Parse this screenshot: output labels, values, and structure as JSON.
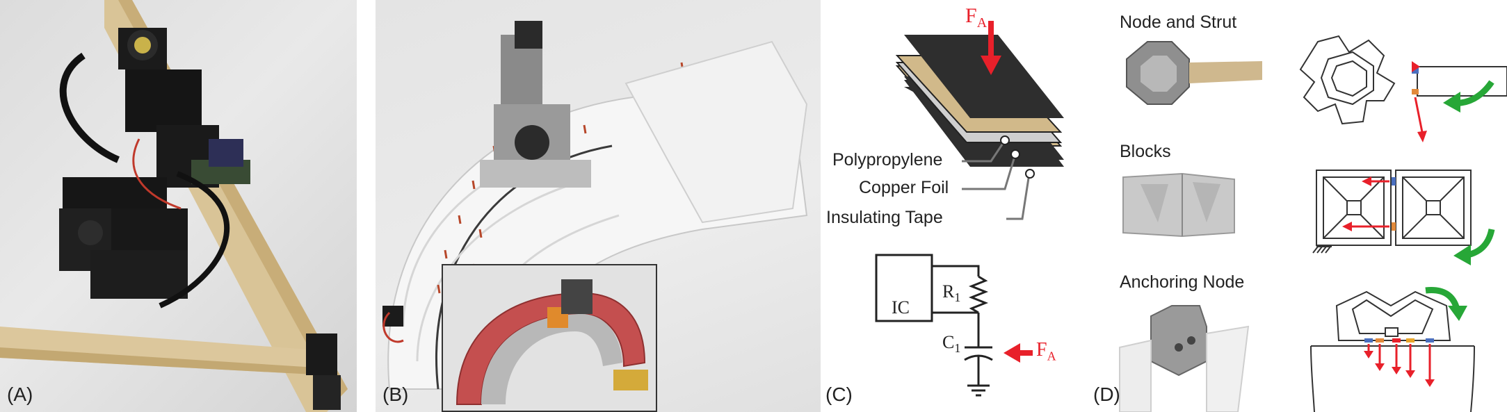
{
  "panels": {
    "a": {
      "label": "(A)"
    },
    "b": {
      "label": "(B)"
    },
    "c": {
      "label": "(C)",
      "force_label": "F",
      "force_sub": "A",
      "layers": [
        "Polypropylene",
        "Copper Foil",
        "Insulating Tape"
      ],
      "circuit": {
        "ic": "IC",
        "r": "R",
        "r_sub": "1",
        "c": "C",
        "c_sub": "1"
      }
    },
    "d": {
      "label": "(D)",
      "sections": [
        "Node and Strut",
        "Blocks",
        "Anchoring Node"
      ]
    }
  },
  "colors": {
    "force_arrow": "#e8202a",
    "rotation_arrow": "#27a737",
    "copper_layer": "#d1b98a",
    "plate_dark": "#2e2e2e"
  }
}
